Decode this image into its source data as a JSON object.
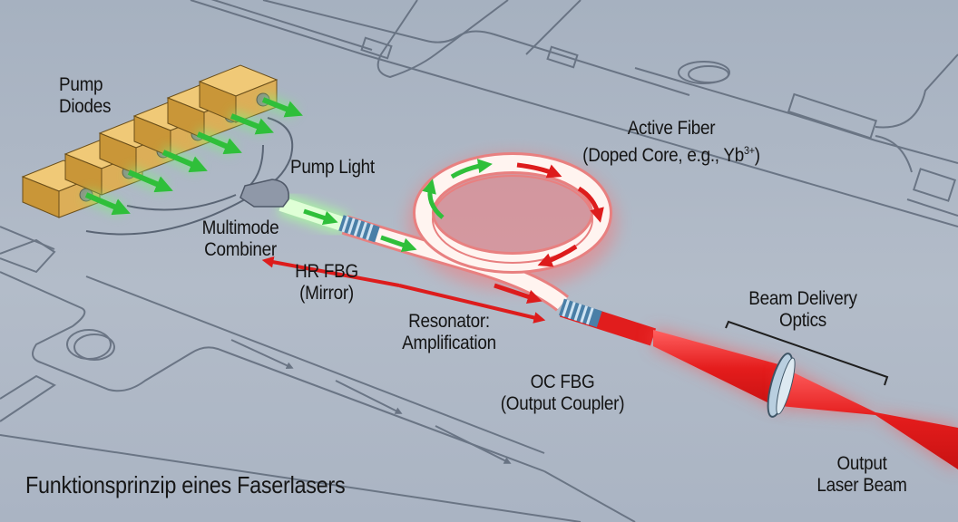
{
  "diagram": {
    "title": "Funktionsprinzip eines Faserlasers",
    "labels": {
      "pump_diodes": [
        "Pump",
        "Diodes"
      ],
      "pump_light": "Pump Light",
      "multimode_combiner": [
        "Multimode",
        "Combiner"
      ],
      "hr_fbg": [
        "HR FBG",
        "(Mirror)"
      ],
      "active_fiber": [
        "Active Fiber",
        "(Doped Core, e.g., Yb",
        "3+",
        ")"
      ],
      "resonator": [
        "Resonator:",
        "Amplification"
      ],
      "oc_fbg": [
        "OC FBG",
        "(Output Coupler)"
      ],
      "beam_delivery": [
        "Beam Delivery",
        "Optics"
      ],
      "output_beam": [
        "Output",
        "Laser Beam"
      ]
    },
    "components": [
      "pump-diode-1",
      "pump-diode-2",
      "pump-diode-3",
      "pump-diode-4",
      "pump-diode-5",
      "pump-diode-6",
      "multimode-combiner",
      "hr-fbg",
      "active-fiber-coil",
      "oc-fbg",
      "focusing-lens",
      "output-beam"
    ],
    "colors": {
      "background": "#aeb8c6",
      "pump_green": "#2fbf3a",
      "laser_red": "#e01b1b",
      "diode_gold": "#d9ab52",
      "fiber_glow": "#f7d9d9",
      "outline_gray": "#5d6878"
    }
  }
}
